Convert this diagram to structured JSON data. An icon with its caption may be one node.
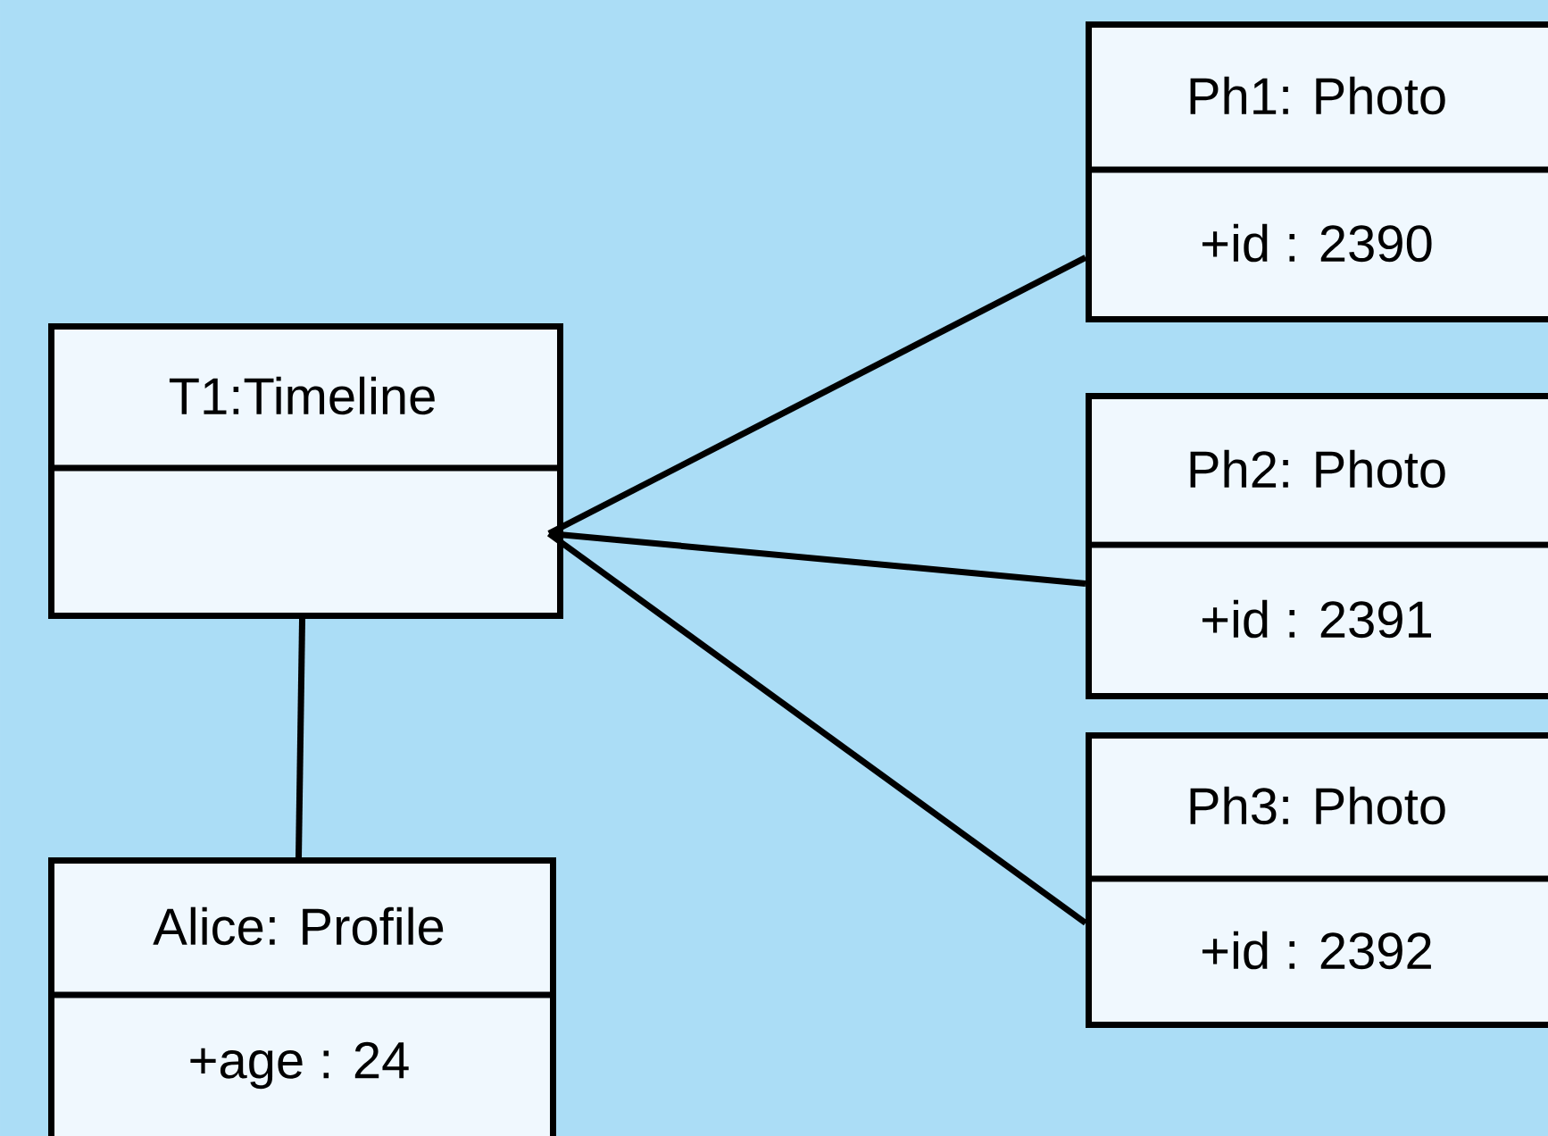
{
  "diagram": {
    "nodes": [
      {
        "text": [
          "T1:Timeline"
        ]
      },
      {
        "text": [
          "Alice: Profile",
          "+age : 24"
        ]
      },
      {
        "text": [
          "Ph1: Photo",
          "+id : 2390"
        ]
      },
      {
        "text": [
          "Ph2: Photo",
          "+id : 2391"
        ]
      },
      {
        "text": [
          "Ph3: Photo",
          "+id : 2392"
        ]
      }
    ],
    "edges": [
      {
        "from": 0,
        "to": 1,
        "arrow": "none"
      },
      {
        "from": 0,
        "to": 2,
        "arrow": "none"
      },
      {
        "from": 0,
        "to": 3,
        "arrow": "none"
      },
      {
        "from": 0,
        "to": 4,
        "arrow": "none"
      }
    ]
  }
}
